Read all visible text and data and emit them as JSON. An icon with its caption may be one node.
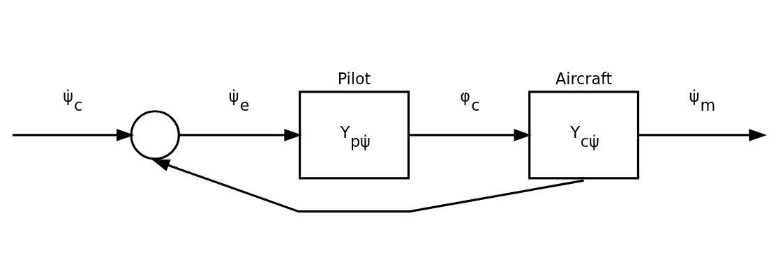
{
  "diagram": {
    "nodes": [
      {
        "text": [],
        "shape": "circle"
      },
      {
        "text": [
          "Pilot",
          "Y$_{pψ̇}$"
        ]
      },
      {
        "text": [
          "Aircraft",
          "Y$_{cψ̇}$"
        ]
      }
    ],
    "edges": [
      {
        "from": null,
        "to": 0,
        "arrow": "to",
        "label": "ψ̇$_{c}$"
      },
      {
        "from": 0,
        "to": 1,
        "arrow": "to",
        "label": "ψ̇$_{e}$"
      },
      {
        "from": 1,
        "to": 2,
        "arrow": "to",
        "label": "φ$_{c}$"
      },
      {
        "from": 2,
        "to": null,
        "arrow": "to",
        "label": "ψ̇$_{m}$"
      },
      {
        "from": 2,
        "to": 0,
        "arrow": "to"
      }
    ]
  }
}
